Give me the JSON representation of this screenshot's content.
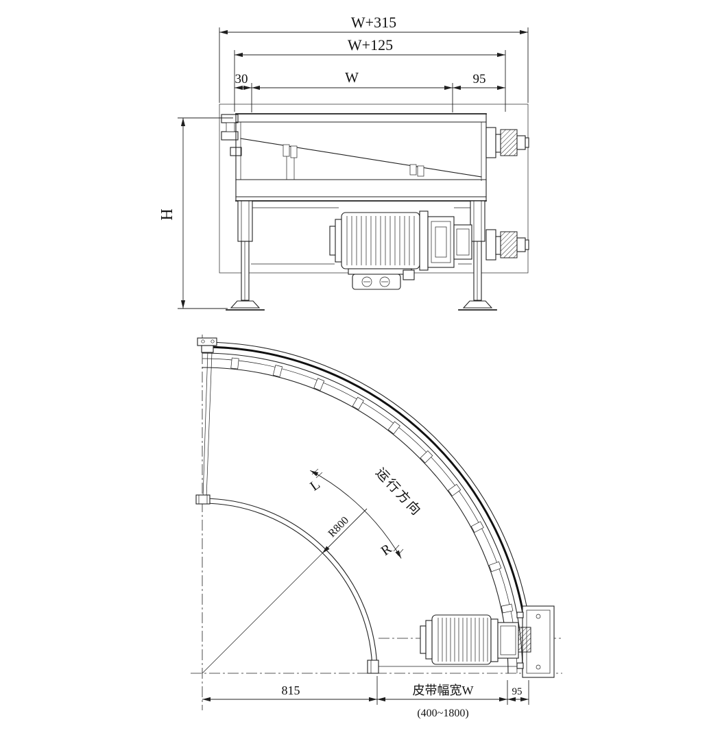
{
  "meta": {
    "bg_color": "#ffffff",
    "ink_color": "#1f1f1f"
  },
  "top_view": {
    "dims": {
      "overall_width": "W+315",
      "frame_width": "W+125",
      "left_offset": "30",
      "belt_width": "W",
      "right_offset": "95",
      "height": "H"
    }
  },
  "plan_view": {
    "labels": {
      "radius": "R800",
      "left_run": "L",
      "right_run": "R",
      "run_direction": "运行方向"
    },
    "dims": {
      "inner_radius": "815",
      "belt_width_label": "皮带幅宽W",
      "belt_width_range": "(400~1800)",
      "outer_offset": "95"
    }
  }
}
